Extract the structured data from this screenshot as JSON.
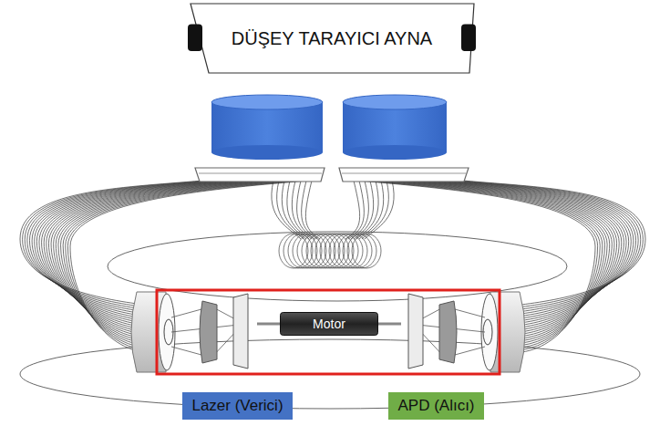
{
  "diagram": {
    "nodes": [
      {
        "text": [
          "DÜŞEY TARAYICI AYNA"
        ]
      },
      {
        "text": [
          "Motor"
        ]
      },
      {
        "text": [
          "Lazer (Verici)"
        ]
      },
      {
        "text": [
          "APD (Alıcı)"
        ]
      }
    ]
  }
}
